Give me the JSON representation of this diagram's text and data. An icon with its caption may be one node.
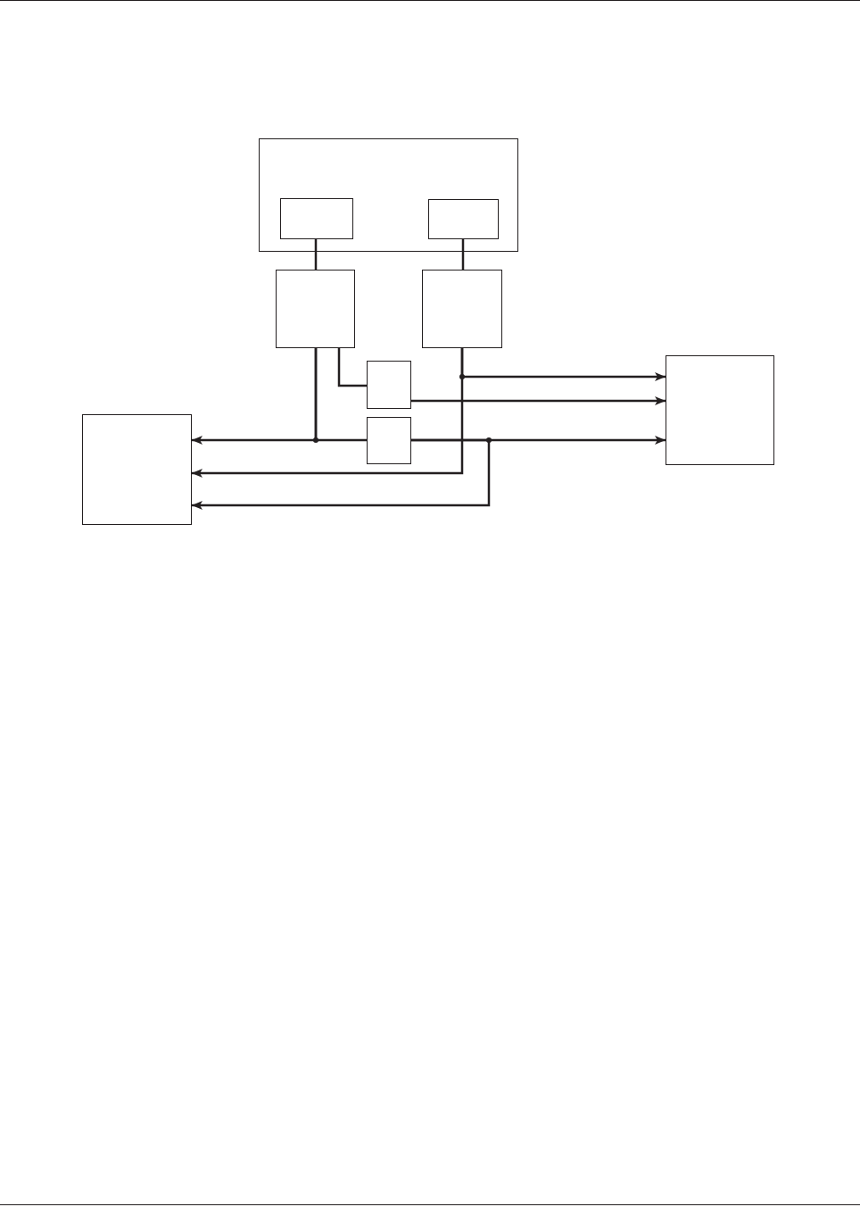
{
  "diagram": {
    "nodes": [
      {
        "text": [],
        "shape": "box"
      },
      {
        "text": [],
        "shape": "box",
        "in": 0
      },
      {
        "text": [],
        "shape": "box",
        "in": 0
      },
      {
        "text": [],
        "shape": "box"
      },
      {
        "text": [],
        "shape": "box"
      },
      {
        "text": [],
        "shape": "box"
      },
      {
        "text": [],
        "shape": "box"
      },
      {
        "text": [],
        "shape": "box"
      },
      {
        "text": [],
        "shape": "box"
      }
    ],
    "edges": [
      {
        "from": 1,
        "to": 3,
        "arrow": "none"
      },
      {
        "from": 2,
        "to": 4,
        "arrow": "none"
      },
      {
        "from": 3,
        "to": 7,
        "arrow": "to"
      },
      {
        "from": 3,
        "to": 6,
        "arrow": "none"
      },
      {
        "from": 3,
        "to": 5,
        "arrow": "none"
      },
      {
        "from": 4,
        "to": 8,
        "arrow": "to"
      },
      {
        "from": 4,
        "to": 7,
        "arrow": "to"
      },
      {
        "from": 5,
        "to": 8,
        "arrow": "to"
      },
      {
        "from": 6,
        "to": 8,
        "arrow": "to"
      },
      {
        "from": 6,
        "to": 7,
        "arrow": "to"
      }
    ]
  }
}
